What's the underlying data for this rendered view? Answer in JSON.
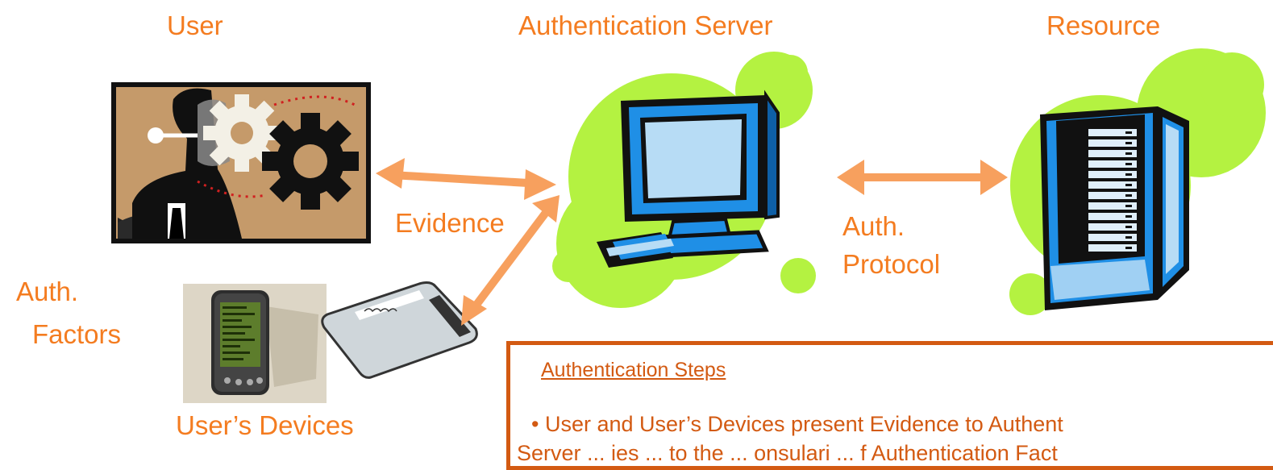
{
  "labels": {
    "user": "User",
    "auth_server": "Authentication Server",
    "resource": "Resource",
    "evidence": "Evidence",
    "auth_protocol_1": "Auth.",
    "auth_protocol_2": "Protocol",
    "auth_factors_1": "Auth.",
    "auth_factors_2": "Factors",
    "users_devices": "User’s Devices"
  },
  "steps_box": {
    "title": "Authentication Steps",
    "line1": "•  User and User’s Devices present Evidence to Authent",
    "line2": "Server ... ies ... to the ... onsulari ... f Authentication Fact"
  },
  "colors": {
    "label_orange": "#f47c20",
    "arrow_orange": "#f7a05e",
    "blob_green": "#b4f241",
    "box_border": "#d35a12",
    "monitor_blue": "#1f8fe6"
  }
}
